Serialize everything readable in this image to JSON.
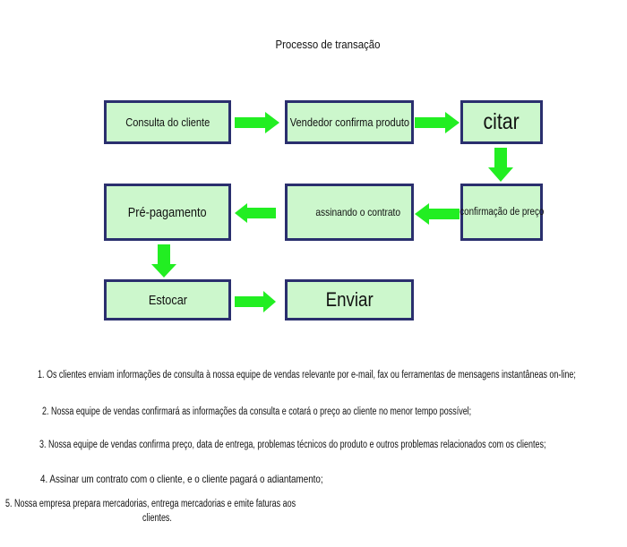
{
  "title": "Processo de transação",
  "steps": {
    "consulta": "Consulta do cliente",
    "vendedor": "Vendedor confirma produto",
    "citar": "citar",
    "confirmacao": "confirmação de preço",
    "contrato": "assinando o contrato",
    "prepagamento": "Pré-pagamento",
    "estocar": "Estocar",
    "enviar": "Enviar"
  },
  "notes": [
    "1. Os clientes enviam informações de consulta à nossa equipe de vendas relevante por e-mail, fax ou ferramentas de mensagens instantâneas on-line;",
    "2. Nossa equipe de vendas confirmará as informações da consulta e cotará o preço ao cliente no menor tempo possível;",
    "3. Nossa equipe de vendas confirma preço, data de entrega, problemas técnicos do produto e outros problemas relacionados com os clientes;",
    "4. Assinar um contrato com o cliente, e o cliente pagará o adiantamento;",
    "5. Nossa empresa prepara mercadorias, entrega mercadorias e emite faturas aos",
    "clientes."
  ],
  "colors": {
    "box_fill": "#ccf7cc",
    "box_border": "#2a2f6e",
    "arrow": "#22ee22"
  }
}
